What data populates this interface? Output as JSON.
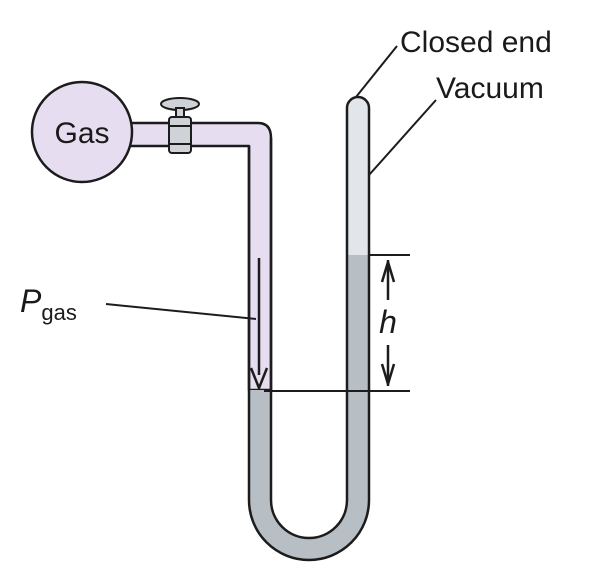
{
  "labels": {
    "bulb": "Gas",
    "closed_end": "Closed end",
    "vacuum": "Vacuum",
    "pressure_symbol": "P",
    "pressure_subscript": "gas",
    "height": "h"
  },
  "colors": {
    "gas": "#e6ddf0",
    "tube_empty": "#e2e6ea",
    "mercury": "#b7bec4",
    "outline": "#1c1c1c",
    "valve": "#cfd3d7"
  }
}
